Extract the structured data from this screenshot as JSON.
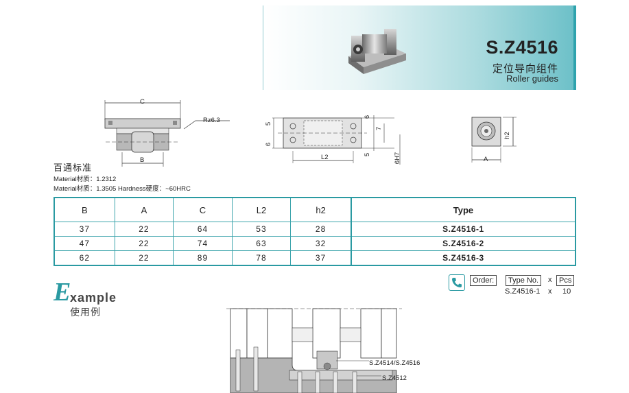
{
  "header": {
    "code": "S.Z4516",
    "title_cn": "定位导向组件",
    "title_en": "Roller guides"
  },
  "drawing_labels": {
    "dim_c": "C",
    "dim_b": "B",
    "rz": "Rz6.3",
    "dim_5a": "5",
    "dim_6a": "6",
    "dim_6b": "6",
    "dim_7": "7",
    "dim_5b": "5",
    "dim_l2": "L2",
    "dim_6h7": "6H7",
    "dim_h2": "h2",
    "dim_a": "A"
  },
  "materials": {
    "standard": "百通标准",
    "line1": "Material材质：1.2312",
    "line2": "Material材质：1.3505  Hardness硬度：~60HRC"
  },
  "table": {
    "headers": [
      "B",
      "A",
      "C",
      "L2",
      "h2",
      "Type"
    ],
    "rows": [
      [
        "37",
        "22",
        "64",
        "53",
        "28",
        "S.Z4516-1"
      ],
      [
        "47",
        "22",
        "74",
        "63",
        "32",
        "S.Z4516-2"
      ],
      [
        "62",
        "22",
        "89",
        "78",
        "37",
        "S.Z4516-3"
      ]
    ]
  },
  "example": {
    "letter": "E",
    "rest": "xample",
    "cn": "使用例",
    "label_top": "S.Z4514/S.Z4516",
    "label_bottom": "S.Z4512"
  },
  "order": {
    "order_label": "Order:",
    "type_label": "Type No.",
    "x1": "x",
    "pcs_label": "Pcs",
    "type_value": "S.Z4516-1",
    "x2": "x",
    "qty": "10"
  },
  "colors": {
    "accent": "#2a9aa2",
    "banner_light": "#e9f5f6",
    "banner_dark": "#6cc0c8"
  },
  "icons": [
    "phone-icon"
  ]
}
